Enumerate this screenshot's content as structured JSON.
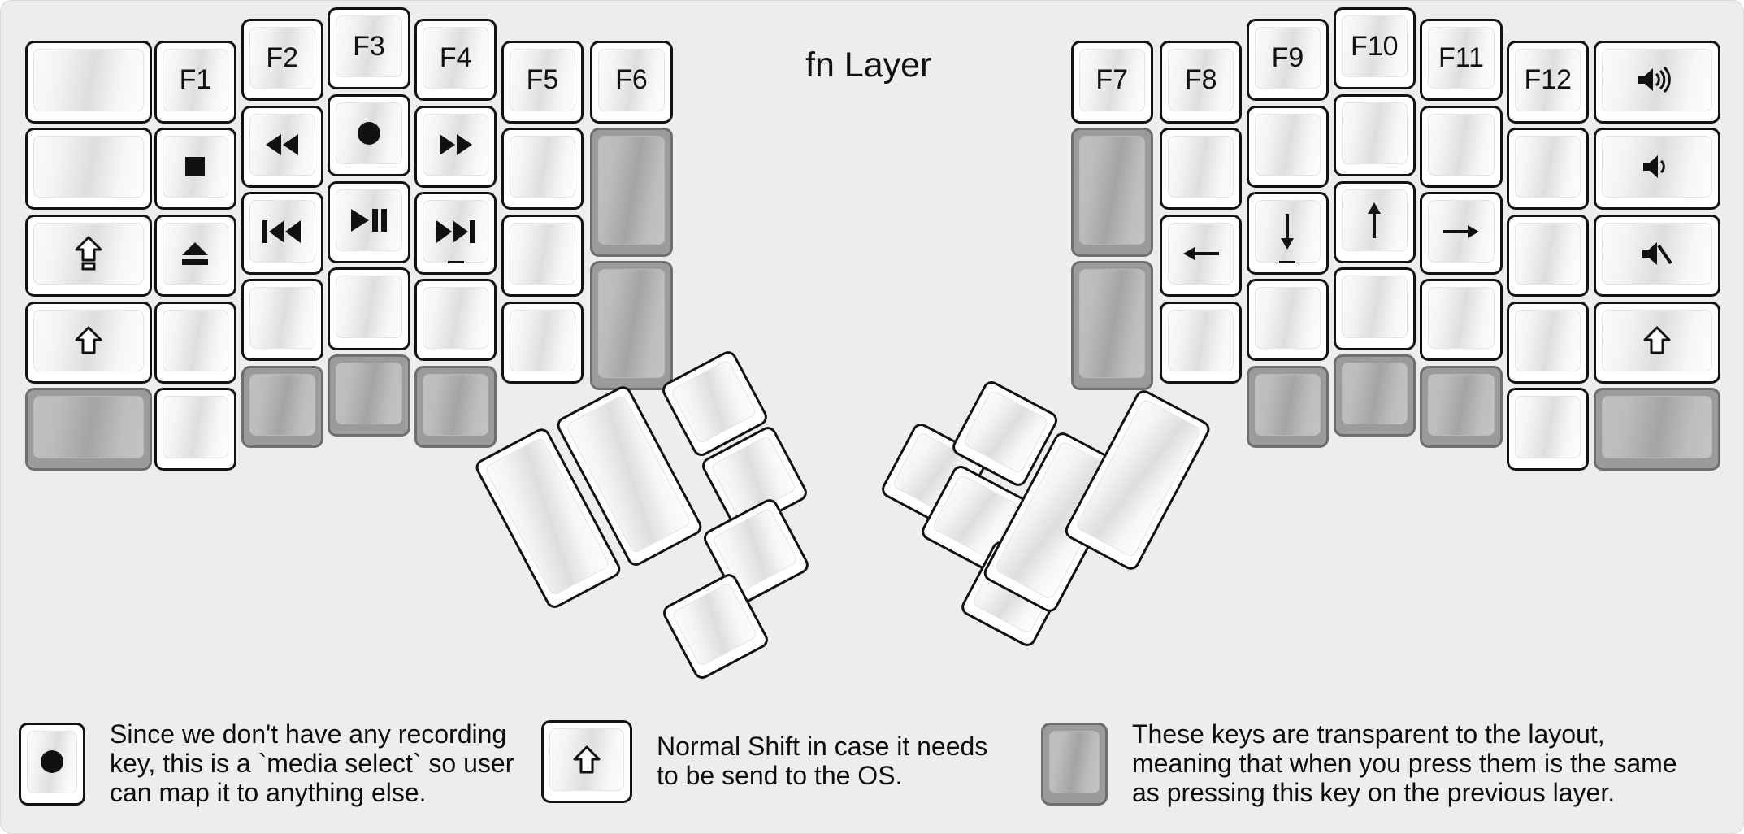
{
  "title": "fn Layer",
  "colors": {
    "background": "#eceded",
    "keycap_white": "#ffffff",
    "keycap_transparent": "#9b9b9b",
    "border": "#121212",
    "text": "#111111"
  },
  "legend": [
    {
      "id": "record-note",
      "icon": "record-circle-icon",
      "text": "Since we don't have any recording\nkey, this is a `media select` so user\ncan map it to anything else."
    },
    {
      "id": "shift-note",
      "icon": "shift-arrow-icon",
      "text": "Normal Shift in case it needs\nto be send to the OS."
    },
    {
      "id": "transparent-note",
      "icon": "transparent-key-icon",
      "text": "These keys are transparent to the layout,\nmeaning that when you press them is the same\nas pressing this key on the previous layer."
    }
  ],
  "left_half": {
    "columns": [
      {
        "name": "pinky-outer-column",
        "keys": [
          {
            "label": "",
            "icon": "",
            "state": "normal"
          },
          {
            "label": "",
            "icon": "",
            "state": "normal"
          },
          {
            "label": "",
            "icon": "caps-lock-icon",
            "state": "normal"
          },
          {
            "label": "",
            "icon": "shift-arrow-icon",
            "state": "normal"
          },
          {
            "label": "",
            "icon": "",
            "state": "transparent"
          }
        ]
      },
      {
        "name": "pinky-column",
        "keys": [
          {
            "label": "F1",
            "icon": "",
            "state": "normal"
          },
          {
            "label": "",
            "icon": "media-stop-icon",
            "state": "normal"
          },
          {
            "label": "",
            "icon": "media-eject-icon",
            "state": "normal"
          },
          {
            "label": "",
            "icon": "",
            "state": "normal"
          },
          {
            "label": "",
            "icon": "",
            "state": "normal"
          }
        ]
      },
      {
        "name": "ring-column",
        "keys": [
          {
            "label": "F2",
            "icon": "",
            "state": "normal"
          },
          {
            "label": "",
            "icon": "media-rewind-icon",
            "state": "normal"
          },
          {
            "label": "",
            "icon": "media-prev-track-icon",
            "state": "normal"
          },
          {
            "label": "",
            "icon": "",
            "state": "normal"
          },
          {
            "label": "",
            "icon": "",
            "state": "transparent"
          }
        ]
      },
      {
        "name": "middle-column",
        "keys": [
          {
            "label": "F3",
            "icon": "",
            "state": "normal"
          },
          {
            "label": "",
            "icon": "media-record-icon",
            "state": "normal"
          },
          {
            "label": "",
            "icon": "media-play-pause-icon",
            "state": "normal"
          },
          {
            "label": "",
            "icon": "",
            "state": "normal"
          },
          {
            "label": "",
            "icon": "",
            "state": "transparent"
          }
        ]
      },
      {
        "name": "index-column",
        "keys": [
          {
            "label": "F4",
            "icon": "",
            "state": "normal"
          },
          {
            "label": "",
            "icon": "media-fast-forward-icon",
            "state": "normal"
          },
          {
            "label": "",
            "icon": "media-next-track-icon",
            "state": "normal"
          },
          {
            "label": "",
            "icon": "",
            "state": "normal"
          },
          {
            "label": "",
            "icon": "",
            "state": "transparent"
          }
        ]
      },
      {
        "name": "index-inner-column",
        "keys": [
          {
            "label": "F5",
            "icon": "",
            "state": "normal"
          },
          {
            "label": "",
            "icon": "",
            "state": "normal"
          },
          {
            "label": "",
            "icon": "",
            "state": "normal"
          },
          {
            "label": "",
            "icon": "",
            "state": "normal"
          }
        ]
      },
      {
        "name": "inner-column",
        "keys": [
          {
            "label": "F6",
            "icon": "",
            "state": "normal"
          },
          {
            "label": "",
            "icon": "",
            "state": "transparent"
          },
          {
            "label": "",
            "icon": "",
            "state": "transparent"
          }
        ]
      }
    ],
    "thumb_cluster": [
      {
        "name": "thumb-big-1",
        "state": "normal"
      },
      {
        "name": "thumb-big-2",
        "state": "normal"
      },
      {
        "name": "thumb-small-1",
        "state": "normal"
      },
      {
        "name": "thumb-small-2",
        "state": "normal"
      },
      {
        "name": "thumb-small-3",
        "state": "normal"
      },
      {
        "name": "thumb-small-4",
        "state": "normal"
      }
    ]
  },
  "right_half": {
    "columns": [
      {
        "name": "inner-column",
        "keys": [
          {
            "label": "F7",
            "icon": "",
            "state": "normal"
          },
          {
            "label": "",
            "icon": "",
            "state": "transparent"
          },
          {
            "label": "",
            "icon": "",
            "state": "transparent"
          }
        ]
      },
      {
        "name": "index-inner-column",
        "keys": [
          {
            "label": "F8",
            "icon": "",
            "state": "normal"
          },
          {
            "label": "",
            "icon": "",
            "state": "normal"
          },
          {
            "label": "",
            "icon": "arrow-left-icon",
            "state": "normal"
          },
          {
            "label": "",
            "icon": "",
            "state": "normal"
          }
        ]
      },
      {
        "name": "index-column",
        "keys": [
          {
            "label": "F9",
            "icon": "",
            "state": "normal"
          },
          {
            "label": "",
            "icon": "",
            "state": "normal"
          },
          {
            "label": "",
            "icon": "arrow-down-icon",
            "state": "normal"
          },
          {
            "label": "",
            "icon": "",
            "state": "normal"
          },
          {
            "label": "",
            "icon": "",
            "state": "transparent"
          }
        ]
      },
      {
        "name": "middle-column",
        "keys": [
          {
            "label": "F10",
            "icon": "",
            "state": "normal"
          },
          {
            "label": "",
            "icon": "",
            "state": "normal"
          },
          {
            "label": "",
            "icon": "arrow-up-icon",
            "state": "normal"
          },
          {
            "label": "",
            "icon": "",
            "state": "normal"
          },
          {
            "label": "",
            "icon": "",
            "state": "transparent"
          }
        ]
      },
      {
        "name": "ring-column",
        "keys": [
          {
            "label": "F11",
            "icon": "",
            "state": "normal"
          },
          {
            "label": "",
            "icon": "",
            "state": "normal"
          },
          {
            "label": "",
            "icon": "arrow-right-icon",
            "state": "normal"
          },
          {
            "label": "",
            "icon": "",
            "state": "normal"
          },
          {
            "label": "",
            "icon": "",
            "state": "transparent"
          }
        ]
      },
      {
        "name": "pinky-column",
        "keys": [
          {
            "label": "F12",
            "icon": "",
            "state": "normal"
          },
          {
            "label": "",
            "icon": "",
            "state": "normal"
          },
          {
            "label": "",
            "icon": "",
            "state": "normal"
          },
          {
            "label": "",
            "icon": "",
            "state": "normal"
          },
          {
            "label": "",
            "icon": "",
            "state": "normal"
          }
        ]
      },
      {
        "name": "pinky-outer-column",
        "keys": [
          {
            "label": "",
            "icon": "volume-up-icon",
            "state": "normal"
          },
          {
            "label": "",
            "icon": "volume-down-icon",
            "state": "normal"
          },
          {
            "label": "",
            "icon": "volume-mute-icon",
            "state": "normal"
          },
          {
            "label": "",
            "icon": "shift-arrow-icon",
            "state": "normal"
          },
          {
            "label": "",
            "icon": "",
            "state": "transparent"
          }
        ]
      }
    ],
    "thumb_cluster": [
      {
        "name": "thumb-small-1",
        "state": "normal"
      },
      {
        "name": "thumb-small-2",
        "state": "normal"
      },
      {
        "name": "thumb-small-3",
        "state": "normal"
      },
      {
        "name": "thumb-small-4",
        "state": "normal"
      },
      {
        "name": "thumb-big-1",
        "state": "normal"
      },
      {
        "name": "thumb-big-2",
        "state": "normal"
      }
    ]
  }
}
